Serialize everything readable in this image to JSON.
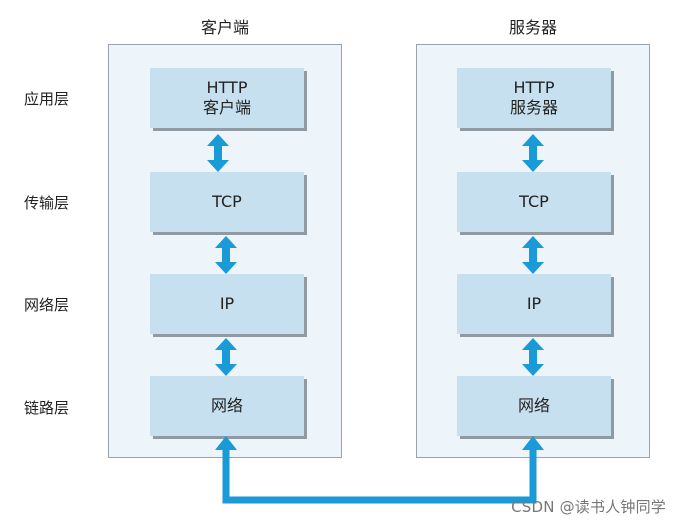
{
  "columns": {
    "client": {
      "title": "客户端",
      "layers": [
        {
          "line1": "HTTP",
          "line2": "客户端"
        },
        {
          "line1": "TCP",
          "line2": ""
        },
        {
          "line1": "IP",
          "line2": ""
        },
        {
          "line1": "网络",
          "line2": ""
        }
      ]
    },
    "server": {
      "title": "服务器",
      "layers": [
        {
          "line1": "HTTP",
          "line2": "服务器"
        },
        {
          "line1": "TCP",
          "line2": ""
        },
        {
          "line1": "IP",
          "line2": ""
        },
        {
          "line1": "网络",
          "line2": ""
        }
      ]
    }
  },
  "layer_labels": [
    "应用层",
    "传输层",
    "网络层",
    "链路层"
  ],
  "watermark": "CSDN @读书人钟同学",
  "colors": {
    "panel_bg": "#eef5fa",
    "box_fill": "#c7e0ef",
    "arrow": "#1a9ad6",
    "link_line": "#1a9ad6"
  }
}
